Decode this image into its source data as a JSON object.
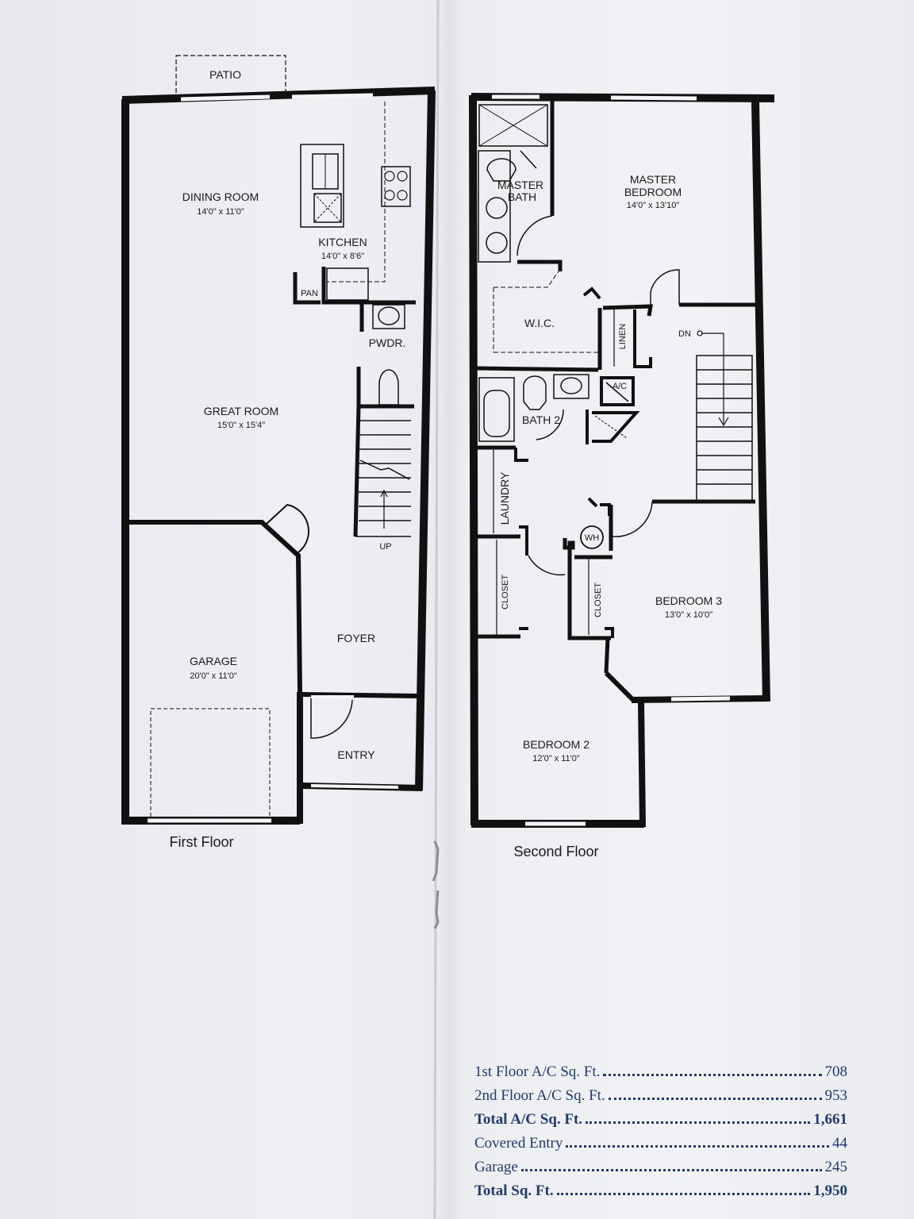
{
  "first_floor": {
    "title": "First Floor",
    "rooms": {
      "patio": "PATIO",
      "dining_name": "DINING ROOM",
      "dining_dim": "14'0\" x 11'0\"",
      "kitchen_name": "KITCHEN",
      "kitchen_dim": "14'0\" x 8'6\"",
      "pantry": "PAN",
      "powder": "PWDR.",
      "great_name": "GREAT ROOM",
      "great_dim": "15'0\" x 15'4\"",
      "stair": "UP",
      "garage_name": "GARAGE",
      "garage_dim": "20'0\" x 11'0\"",
      "foyer": "FOYER",
      "entry": "ENTRY"
    }
  },
  "second_floor": {
    "title": "Second Floor",
    "rooms": {
      "master_bath_1": "MASTER",
      "master_bath_2": "BATH",
      "master_bed_1": "MASTER",
      "master_bed_2": "BEDROOM",
      "master_bed_dim": "14'0\" x 13'10\"",
      "wic": "W.I.C.",
      "linen": "LINEN",
      "stair": "DN",
      "ac": "A/C",
      "bath2": "BATH 2",
      "laundry": "LAUNDRY",
      "wh": "WH",
      "closet_left": "CLOSET",
      "closet_right": "CLOSET",
      "bed3_name": "BEDROOM 3",
      "bed3_dim": "13'0\" x 10'0\"",
      "bed2_name": "BEDROOM 2",
      "bed2_dim": "12'0\" x 11'0\""
    }
  },
  "area_table": [
    {
      "label": "1st Floor A/C Sq. Ft.",
      "value": "708",
      "bold": false
    },
    {
      "label": "2nd Floor A/C Sq. Ft.",
      "value": "953",
      "bold": false
    },
    {
      "label": "Total A/C Sq. Ft.",
      "value": "1,661",
      "bold": true
    },
    {
      "label": "Covered Entry",
      "value": "44",
      "bold": false
    },
    {
      "label": "Garage",
      "value": "245",
      "bold": false
    },
    {
      "label": "Total Sq. Ft.",
      "value": "1,950",
      "bold": true
    }
  ],
  "colors": {
    "wall": "#111111",
    "text": "#1a1a1a",
    "table_text": "#1f3b73"
  }
}
